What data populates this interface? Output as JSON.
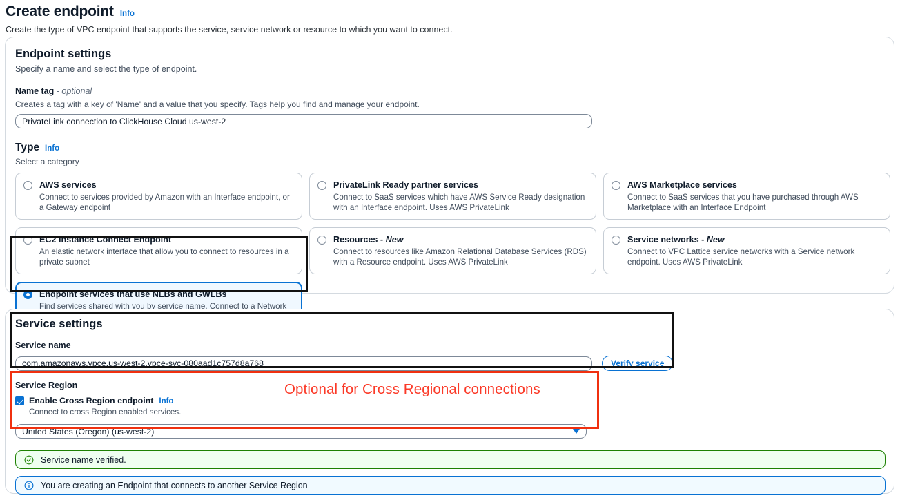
{
  "header": {
    "title": "Create endpoint",
    "info_label": "Info",
    "description": "Create the type of VPC endpoint that supports the service, service network or resource to which you want to connect."
  },
  "endpoint_settings": {
    "title": "Endpoint settings",
    "description": "Specify a name and select the type of endpoint.",
    "name_tag": {
      "label": "Name tag",
      "optional_suffix": "- optional",
      "hint": "Creates a tag with a key of 'Name' and a value that you specify. Tags help you find and manage your endpoint.",
      "value": "PrivateLink connection to ClickHouse Cloud us-west-2",
      "placeholder": "Name tag"
    },
    "type": {
      "label": "Type",
      "info_label": "Info",
      "hint": "Select a category",
      "options": [
        {
          "title": "AWS services",
          "title_new": "",
          "description": "Connect to services provided by Amazon with an Interface endpoint, or a Gateway endpoint",
          "selected": false
        },
        {
          "title": "PrivateLink Ready partner services",
          "title_new": "",
          "description": "Connect to SaaS services which have AWS Service Ready designation with an Interface endpoint. Uses AWS PrivateLink",
          "selected": false
        },
        {
          "title": "AWS Marketplace services",
          "title_new": "",
          "description": "Connect to SaaS services that you have purchased through AWS Marketplace with an Interface Endpoint",
          "selected": false
        },
        {
          "title": "EC2 Instance Connect Endpoint",
          "title_new": "",
          "description": "An elastic network interface that allow you to connect to resources in a private subnet",
          "selected": false
        },
        {
          "title": "Resources - ",
          "title_new": "New",
          "description": "Connect to resources like Amazon Relational Database Services (RDS) with a Resource endpoint. Uses AWS PrivateLink",
          "selected": false
        },
        {
          "title": "Service networks - ",
          "title_new": "New",
          "description": "Connect to VPC Lattice service networks with a Service network endpoint. Uses AWS PrivateLink",
          "selected": false
        }
      ],
      "selected_option": {
        "title": "Endpoint services that use NLBs and GWLBs",
        "description": "Find services shared with you by service name. Connect to a Network LoadBalancer (NLB) service with an Interface endpoint or to a Gateway LoadBalancer (GWLB) service with a Gateway Load Balancer endpoint"
      }
    }
  },
  "service_settings": {
    "title": "Service settings",
    "service_name": {
      "label": "Service name",
      "value": "com.amazonaws.vpce.us-west-2.vpce-svc-080aad1c757d8a768",
      "placeholder": "Service name"
    },
    "verify_button": "Verify service",
    "service_region": {
      "label": "Service Region",
      "checkbox_label": "Enable Cross Region endpoint",
      "checkbox_info": "Info",
      "checkbox_hint": "Connect to cross Region enabled services.",
      "checkbox_checked": true,
      "selected_region": "United States (Oregon) (us-west-2)"
    },
    "alerts": [
      {
        "type": "success",
        "icon": "check-circle-icon",
        "text": "Service name verified."
      },
      {
        "type": "info",
        "icon": "info-circle-icon",
        "text": "You are creating an Endpoint that connects to another Service Region"
      }
    ]
  },
  "annotations": {
    "cross_region_note": "Optional for Cross Regional connections",
    "highlight_color": "#f0300f",
    "box_color": "#111111"
  },
  "colors": {
    "accent_blue": "#0972d3",
    "success_green": "#1d8102",
    "annotation_red": "#fb3a28"
  }
}
